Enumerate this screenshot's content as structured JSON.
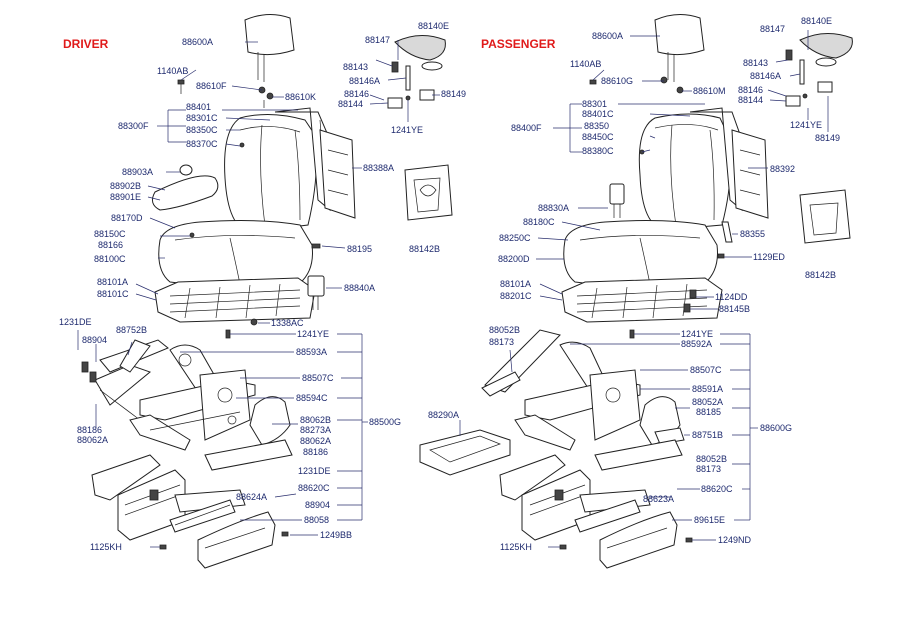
{
  "sections": {
    "driver": "DRIVER",
    "passenger": "PASSENGER"
  },
  "driver_labels": [
    "88600A",
    "1140AB",
    "88610F",
    "88610K",
    "88401",
    "88301C",
    "88300F",
    "88350C",
    "88370C",
    "88147",
    "88140E",
    "88143",
    "88146A",
    "88149",
    "88146",
    "88144",
    "1241YE",
    "88903A",
    "88902B",
    "88901E",
    "88388A",
    "88170D",
    "88150C",
    "88166",
    "88100C",
    "88195",
    "88142B",
    "88101A",
    "88101C",
    "88840A",
    "1338AC",
    "1241YE",
    "1231DE",
    "88752B",
    "88904",
    "88593A",
    "88507C",
    "88594C",
    "88186",
    "88062A",
    "88062B",
    "88273A",
    "88062A",
    "88186",
    "1231DE",
    "88500G",
    "88620C",
    "88624A",
    "88904",
    "88058",
    "1249BB",
    "1125KH"
  ],
  "passenger_labels": [
    "88600A",
    "1140AB",
    "88610G",
    "88610M",
    "88301",
    "88401C",
    "88400F",
    "88350",
    "88450C",
    "88380C",
    "88147",
    "88140E",
    "88143",
    "88146A",
    "88146",
    "88144",
    "1241YE",
    "88149",
    "88392",
    "88830A",
    "88180C",
    "88250C",
    "88355",
    "88200D",
    "1129ED",
    "88142B",
    "88101A",
    "88201C",
    "1124DD",
    "88145B",
    "1241YE",
    "88052B",
    "88173",
    "88592A",
    "88507C",
    "88591A",
    "88052A",
    "88185",
    "88600G",
    "88751B",
    "88290A",
    "88052B",
    "88173",
    "88623A",
    "88620C",
    "89615E",
    "1125KH",
    "1249ND"
  ]
}
